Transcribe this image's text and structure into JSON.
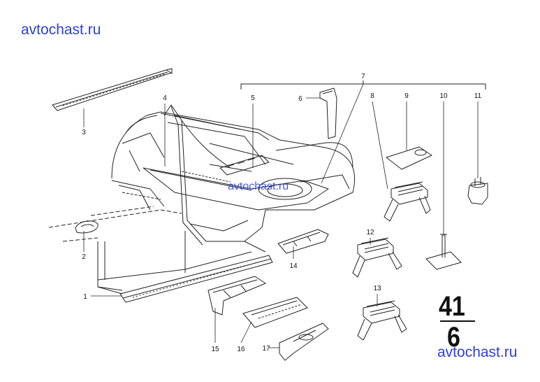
{
  "watermark": {
    "top": "avtochast.ru",
    "center": "avtochast.ru",
    "bottom": "avtochast.ru"
  },
  "section": {
    "number_top": "41",
    "number_bottom": "6"
  },
  "callouts": {
    "c1": "1",
    "c2": "2",
    "c3": "3",
    "c4": "4",
    "c5": "5",
    "c6": "6",
    "c7": "7",
    "c8": "8",
    "c9": "9",
    "c10": "10",
    "c11": "11",
    "c12": "12",
    "c13": "13",
    "c14": "14",
    "c15": "15",
    "c16": "16",
    "c17": "17"
  },
  "colors": {
    "line": "#222222",
    "watermark": "#2d3fd8"
  }
}
